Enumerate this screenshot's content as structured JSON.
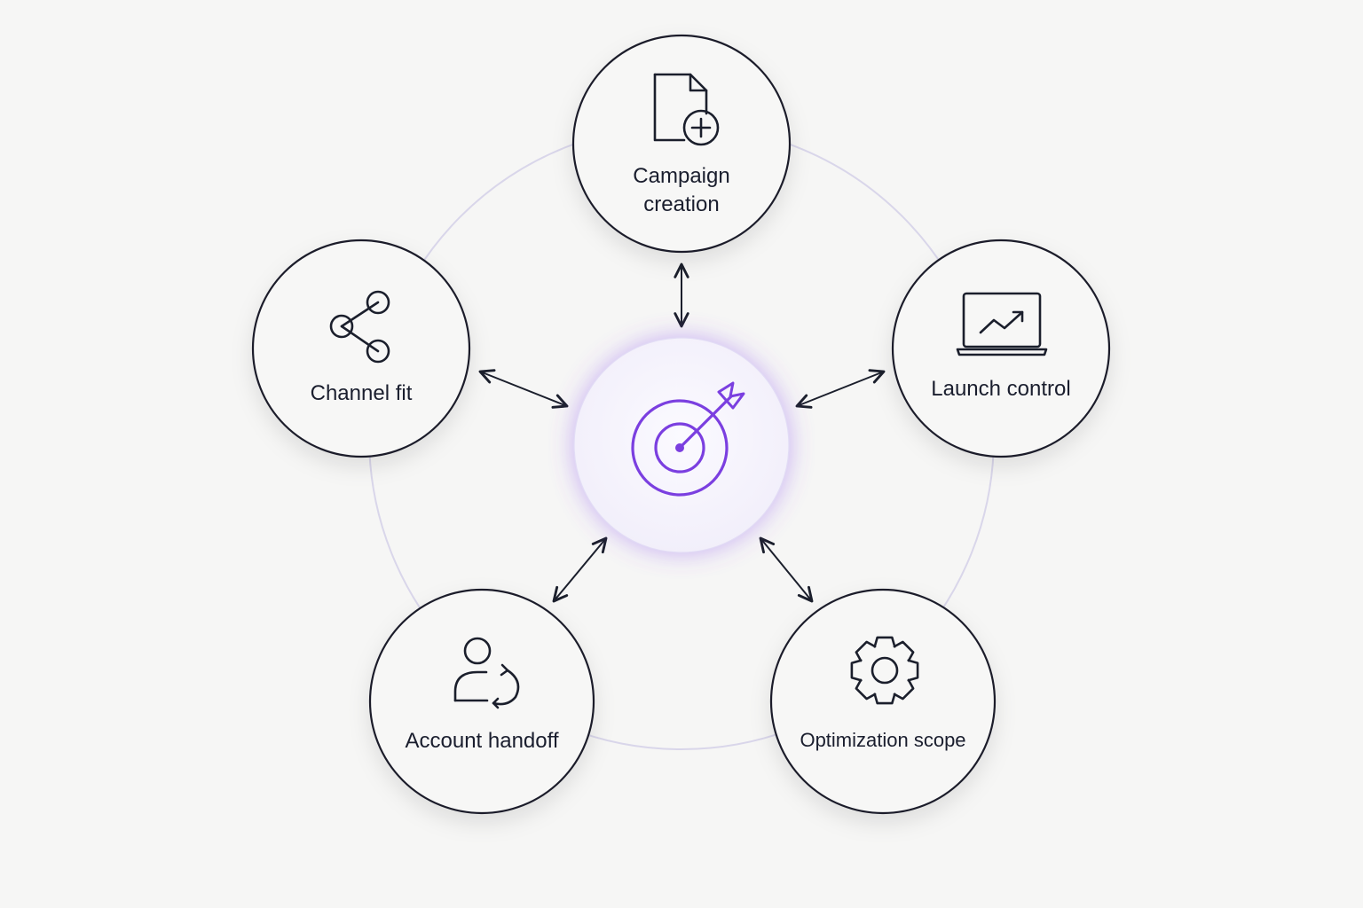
{
  "diagram": {
    "center": {
      "icon": "target-arrow-icon",
      "accent_color": "#7b3fe0"
    },
    "nodes": [
      {
        "id": "campaign-creation",
        "label_lines": [
          "Campaign",
          "creation"
        ],
        "icon": "document-plus-icon"
      },
      {
        "id": "launch-control",
        "label_lines": [
          "Launch control"
        ],
        "icon": "laptop-trend-icon"
      },
      {
        "id": "optimization-scope",
        "label_lines": [
          "Optimization scope"
        ],
        "icon": "gear-icon"
      },
      {
        "id": "account-handoff",
        "label_lines": [
          "Account handoff"
        ],
        "icon": "user-cycle-icon"
      },
      {
        "id": "channel-fit",
        "label_lines": [
          "Channel fit"
        ],
        "icon": "share-icon"
      }
    ],
    "colors": {
      "ring": "#d9d6ea",
      "stroke": "#1b1f2c",
      "background": "#f6f6f5"
    }
  }
}
